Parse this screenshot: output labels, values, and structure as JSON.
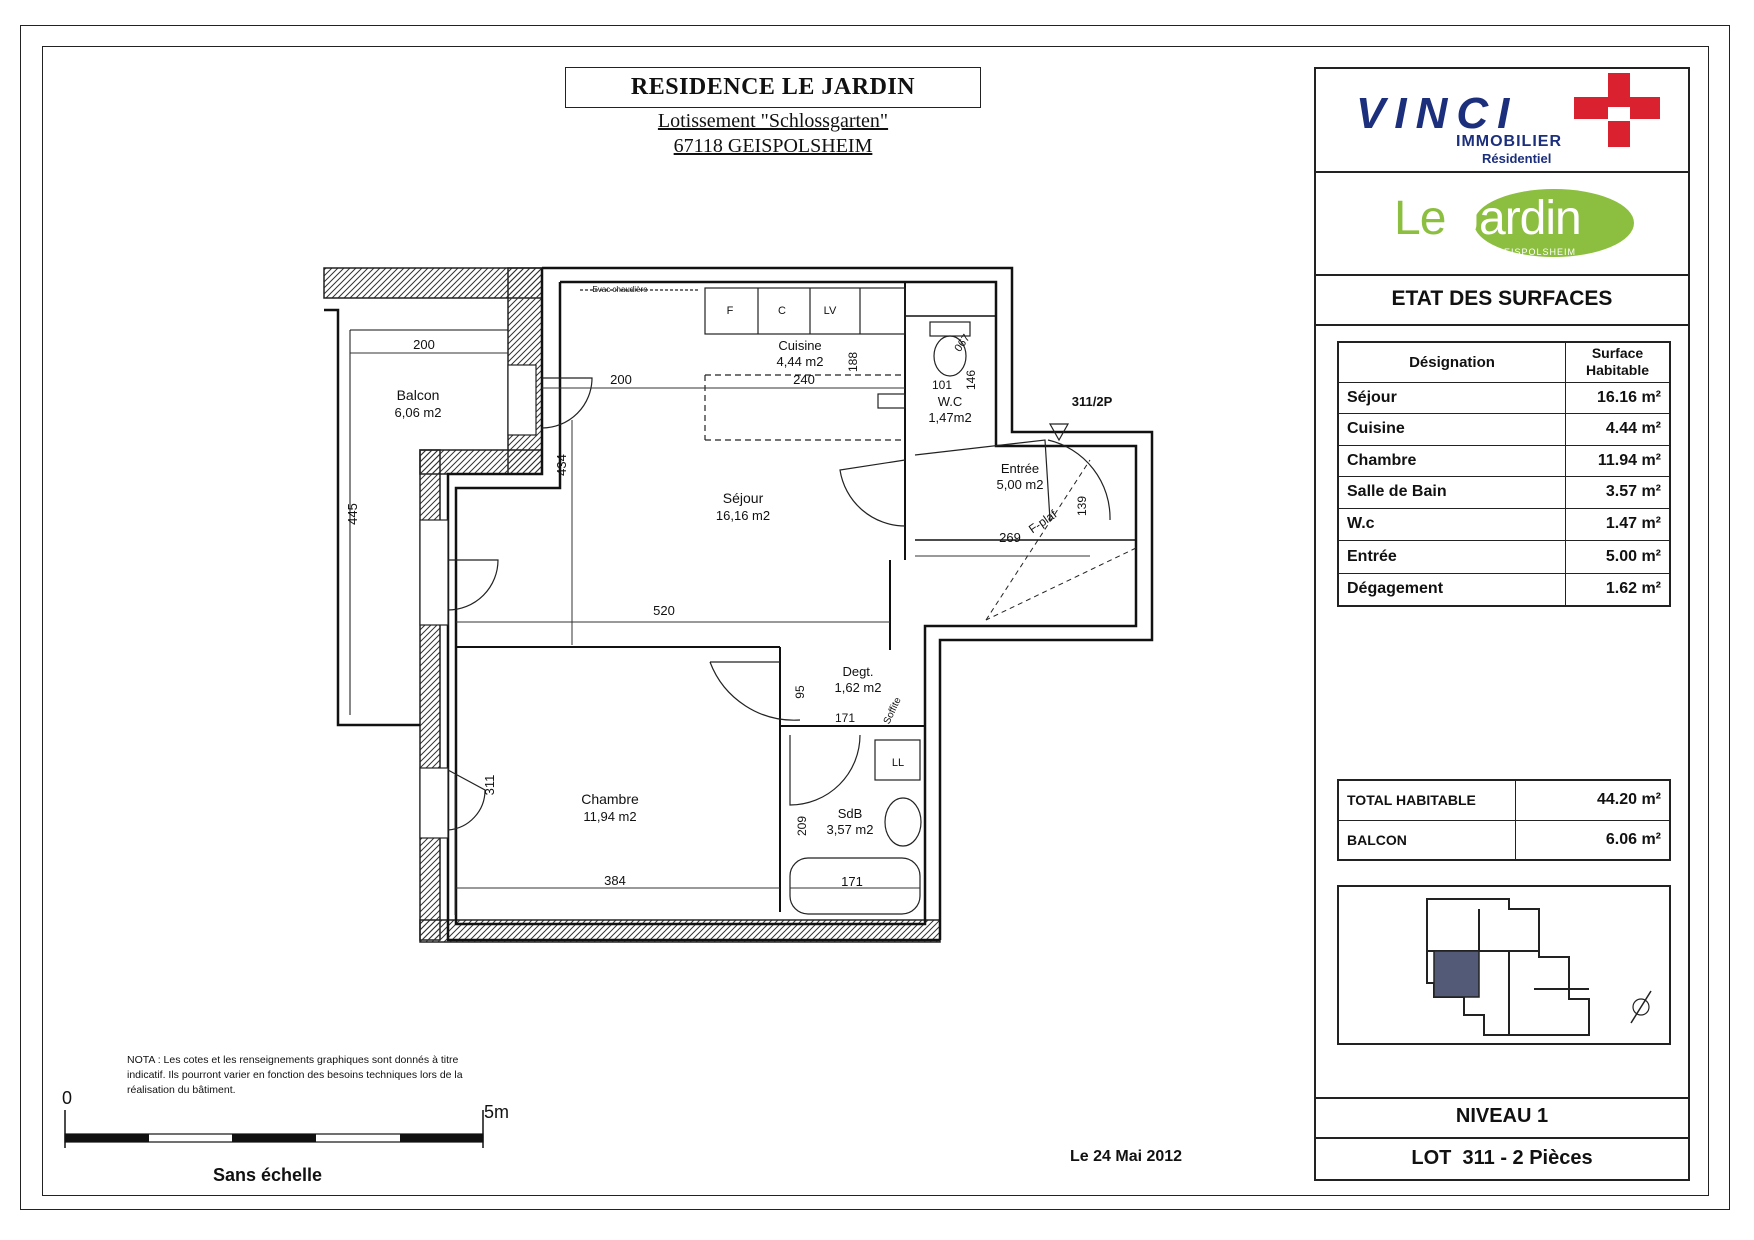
{
  "header": {
    "title": "RESIDENCE LE JARDIN",
    "subtitle1": "Lotissement \"Schlossgarten\"",
    "subtitle2": "67118 GEISPOLSHEIM"
  },
  "brand": {
    "name": "VINCI",
    "line1": "IMMOBILIER",
    "line2": "Résidentiel",
    "color_blue": "#1c2f7c",
    "color_red": "#d9212f"
  },
  "program_logo": {
    "part1": "Le",
    "part2": "Jardin",
    "sub": "GEISPOLSHEIM",
    "color_green": "#8cbf3f"
  },
  "surfaces": {
    "title": "ETAT DES SURFACES",
    "col_designation": "Désignation",
    "col_surface_1": "Surface",
    "col_surface_2": "Habitable",
    "rows": [
      {
        "name": "Séjour",
        "value": "16.16 m²"
      },
      {
        "name": "Cuisine",
        "value": "4.44 m²"
      },
      {
        "name": "Chambre",
        "value": "11.94 m²"
      },
      {
        "name": "Salle de Bain",
        "value": "3.57 m²"
      },
      {
        "name": "W.c",
        "value": "1.47 m²"
      },
      {
        "name": "Entrée",
        "value": "5.00 m²"
      },
      {
        "name": "Dégagement",
        "value": "1.62 m²"
      }
    ],
    "total_label": "TOTAL HABITABLE",
    "total_value": "44.20 m²",
    "balcon_label": "BALCON",
    "balcon_value": "6.06 m²"
  },
  "footer": {
    "niveau": "NIVEAU 1",
    "lot": "LOT  311 - 2 Pièces",
    "date": "Le  24 Mai 2012",
    "sans_echelle": "Sans échelle",
    "scale_start": "0",
    "scale_end": "5m",
    "nota": "NOTA : Les cotes et les renseignements graphiques sont donnés à titre indicatif. Ils pourront varier en fonction des besoins techniques lors de la réalisation du bâtiment."
  },
  "plan": {
    "lot_tag": "311/2P",
    "rooms": {
      "balcon": {
        "name": "Balcon",
        "area": "6,06 m2"
      },
      "cuisine": {
        "name": "Cuisine",
        "area": "4,44 m2"
      },
      "sejour": {
        "name": "Séjour",
        "area": "16,16 m2"
      },
      "wc": {
        "name": "W.C",
        "area": "1,47m2"
      },
      "entree": {
        "name": "Entrée",
        "area": "5,00 m2"
      },
      "degt": {
        "name": "Degt.",
        "area": "1,62 m2"
      },
      "chambre": {
        "name": "Chambre",
        "area": "11,94 m2"
      },
      "sdb": {
        "name": "SdB",
        "area": "3,57 m2"
      }
    },
    "fixtures": {
      "f": "F",
      "c": "C",
      "lv": "LV",
      "ll": "LL",
      "evacuation": "Evac chaudière",
      "fplaf": "F-plaf",
      "soffite": "Soffite"
    },
    "dims": {
      "d200a": "200",
      "d200b": "200",
      "d240": "240",
      "d188": "188",
      "d101": "101",
      "d146": "146",
      "d067": "067",
      "d434": "434",
      "d445": "445",
      "d269": "269",
      "d139": "139",
      "d520": "520",
      "d95": "95",
      "d171a": "171",
      "d311": "311",
      "d209": "209",
      "d384": "384",
      "d171b": "171"
    }
  }
}
